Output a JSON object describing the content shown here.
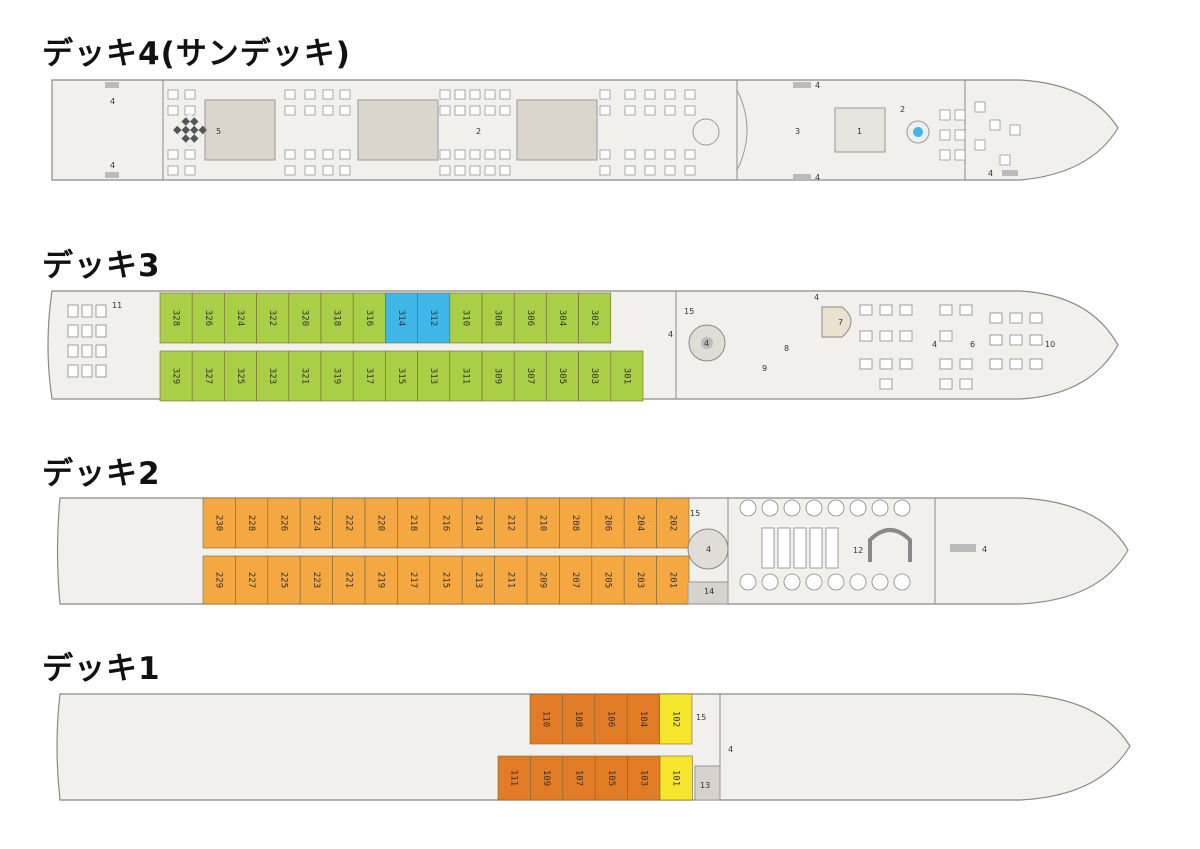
{
  "decks": [
    {
      "id": "deck4",
      "title": "デッキ4(サンデッキ)",
      "markers": [
        "4",
        "4",
        "4",
        "4",
        "4",
        "5",
        "2",
        "3",
        "1",
        "2"
      ]
    },
    {
      "id": "deck3",
      "title": "デッキ3",
      "cabins_top": [
        "328",
        "326",
        "324",
        "322",
        "320",
        "318",
        "316",
        "314",
        "312",
        "310",
        "308",
        "306",
        "304",
        "302"
      ],
      "cabins_bottom": [
        "329",
        "327",
        "325",
        "323",
        "321",
        "319",
        "317",
        "315",
        "313",
        "311",
        "309",
        "307",
        "305",
        "303",
        "301"
      ],
      "highlight_cabins": [
        "314",
        "312"
      ],
      "markers": [
        "11",
        "4",
        "15",
        "4",
        "4",
        "7",
        "8",
        "9",
        "4",
        "6",
        "10"
      ]
    },
    {
      "id": "deck2",
      "title": "デッキ2",
      "cabins_top": [
        "230",
        "228",
        "226",
        "224",
        "222",
        "220",
        "218",
        "216",
        "214",
        "212",
        "210",
        "208",
        "206",
        "204",
        "202"
      ],
      "cabins_bottom": [
        "229",
        "227",
        "225",
        "223",
        "221",
        "219",
        "217",
        "215",
        "213",
        "211",
        "209",
        "207",
        "205",
        "203",
        "201"
      ],
      "markers": [
        "15",
        "4",
        "14",
        "12",
        "4"
      ]
    },
    {
      "id": "deck1",
      "title": "デッキ1",
      "cabins_top": [
        "110",
        "108",
        "106",
        "104",
        "102"
      ],
      "cabins_bottom": [
        "111",
        "109",
        "107",
        "105",
        "103",
        "101"
      ],
      "markers": [
        "15",
        "4",
        "13"
      ]
    }
  ],
  "colors": {
    "deck_fill": "#f2f0ec",
    "deck_stroke": "#8a8a8a",
    "green": "#a8cf45",
    "blue": "#3fb6e8",
    "orange_light": "#f5a742",
    "orange_dark": "#e17b25",
    "yellow": "#f5e52d"
  }
}
